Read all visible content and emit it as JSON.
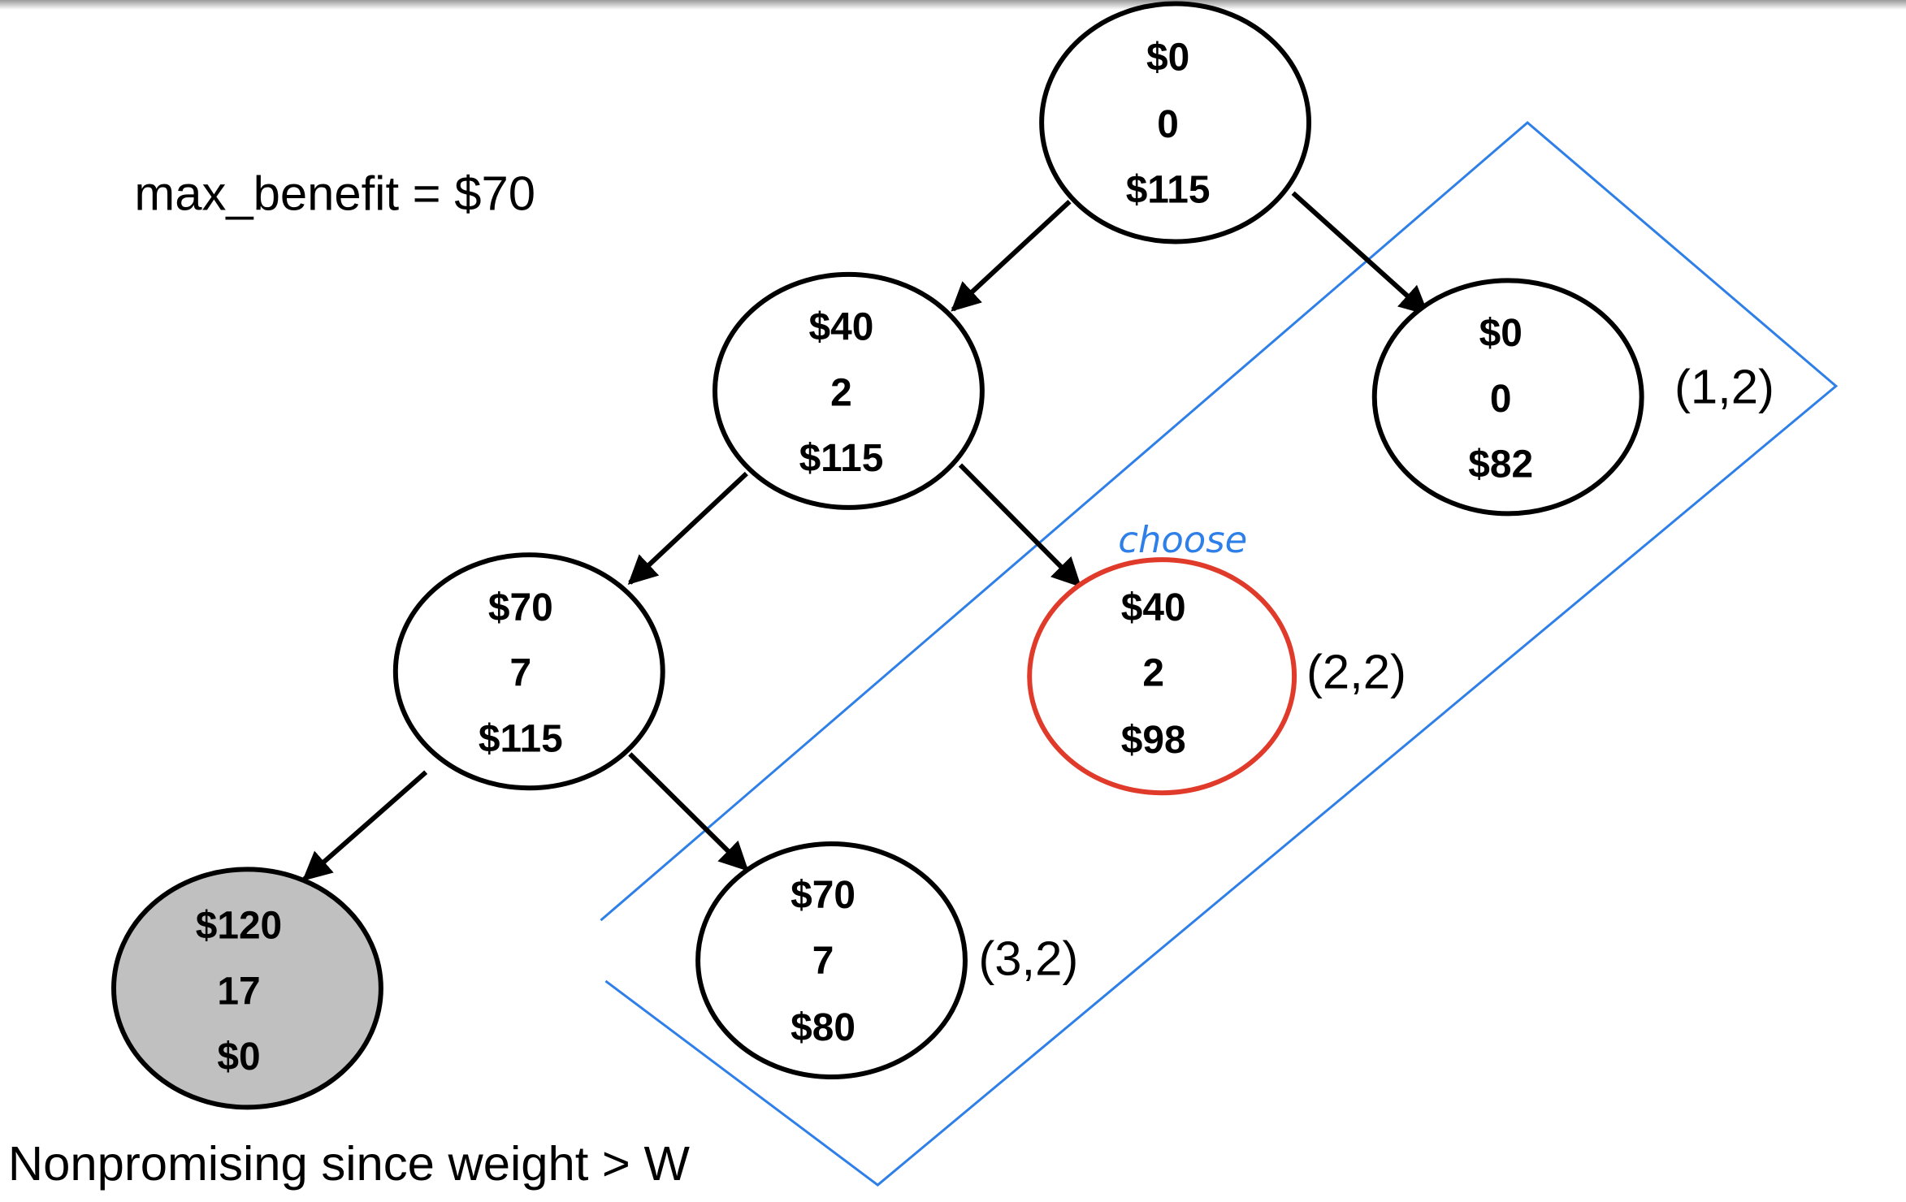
{
  "max_benefit_label": "max_benefit = $70",
  "nonpromising_label": "Nonpromising since weight > W",
  "choose_annotation": "choose",
  "colors": {
    "highlight_box": "#2f7fe8",
    "chosen_node": "#e03a2a",
    "nonpromising_fill": "#c0c0c0",
    "stroke": "#000000"
  },
  "nodes": [
    {
      "id": "root",
      "benefit": "$0",
      "weight": "0",
      "bound": "$115",
      "state": "normal",
      "label": ""
    },
    {
      "id": "n1",
      "benefit": "$40",
      "weight": "2",
      "bound": "$115",
      "state": "normal",
      "label": ""
    },
    {
      "id": "n2",
      "benefit": "$0",
      "weight": "0",
      "bound": "$82",
      "state": "normal",
      "label": "(1,2)"
    },
    {
      "id": "n3",
      "benefit": "$70",
      "weight": "7",
      "bound": "$115",
      "state": "normal",
      "label": ""
    },
    {
      "id": "n4",
      "benefit": "$40",
      "weight": "2",
      "bound": "$98",
      "state": "chosen",
      "label": "(2,2)"
    },
    {
      "id": "n5",
      "benefit": "$120",
      "weight": "17",
      "bound": "$0",
      "state": "nonpromising",
      "label": ""
    },
    {
      "id": "n6",
      "benefit": "$70",
      "weight": "7",
      "bound": "$80",
      "state": "normal",
      "label": "(3,2)"
    }
  ],
  "edges": [
    [
      "root",
      "n1"
    ],
    [
      "root",
      "n2"
    ],
    [
      "n1",
      "n3"
    ],
    [
      "n1",
      "n4"
    ],
    [
      "n3",
      "n5"
    ],
    [
      "n3",
      "n6"
    ]
  ]
}
